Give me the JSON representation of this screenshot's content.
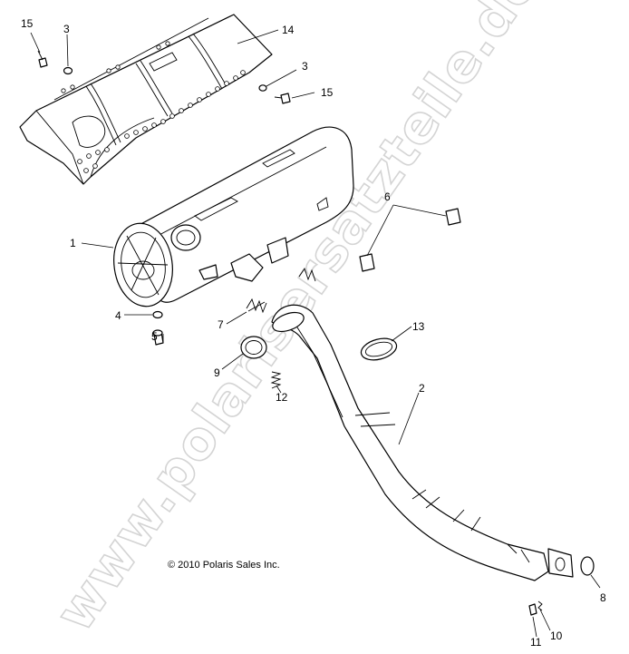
{
  "watermark": "www.polarisersatzteile.de",
  "copyright": "© 2010 Polaris Sales Inc.",
  "callouts": {
    "c1": "1",
    "c2": "2",
    "c3a": "3",
    "c3b": "3",
    "c4": "4",
    "c5": "5",
    "c6": "6",
    "c7": "7",
    "c8": "8",
    "c9": "9",
    "c10": "10",
    "c11": "11",
    "c12": "12",
    "c13": "13",
    "c14": "14",
    "c15a": "15",
    "c15b": "15"
  }
}
